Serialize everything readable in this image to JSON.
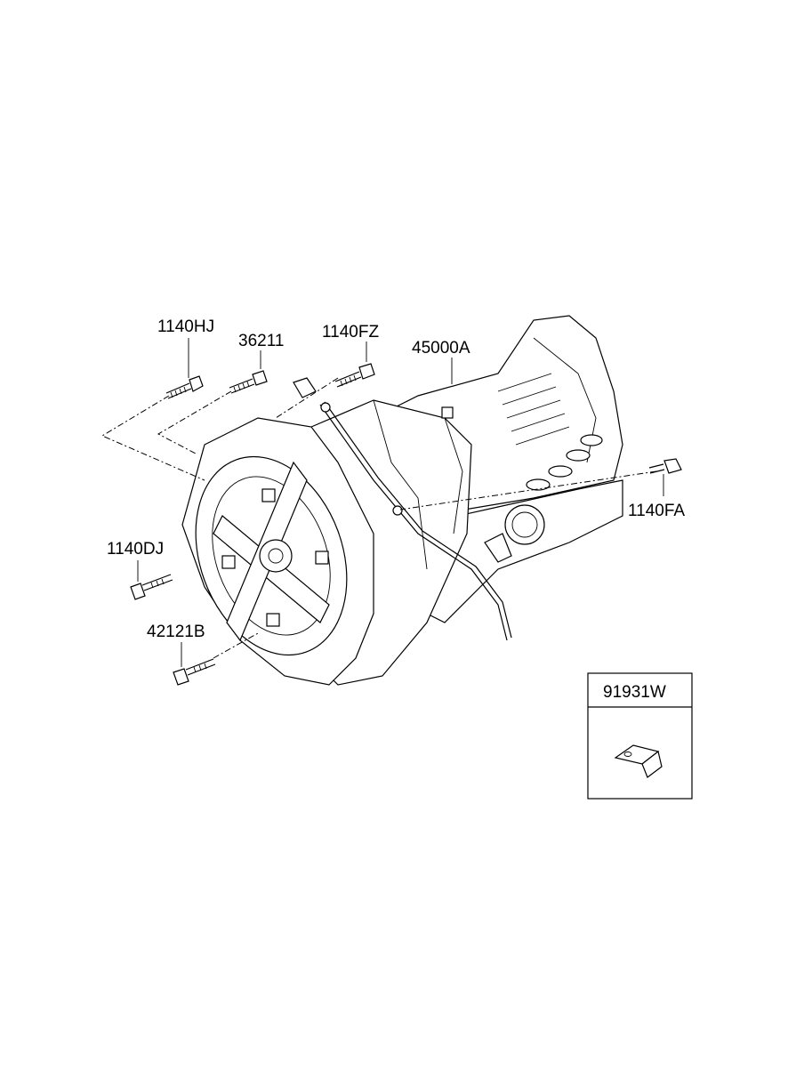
{
  "parts": {
    "p_1140HJ": "1140HJ",
    "p_36211": "36211",
    "p_1140FZ": "1140FZ",
    "p_45000A": "45000A",
    "p_1140FA": "1140FA",
    "p_1140DJ": "1140DJ",
    "p_42121B": "42121B",
    "p_91931W": "91931W"
  }
}
